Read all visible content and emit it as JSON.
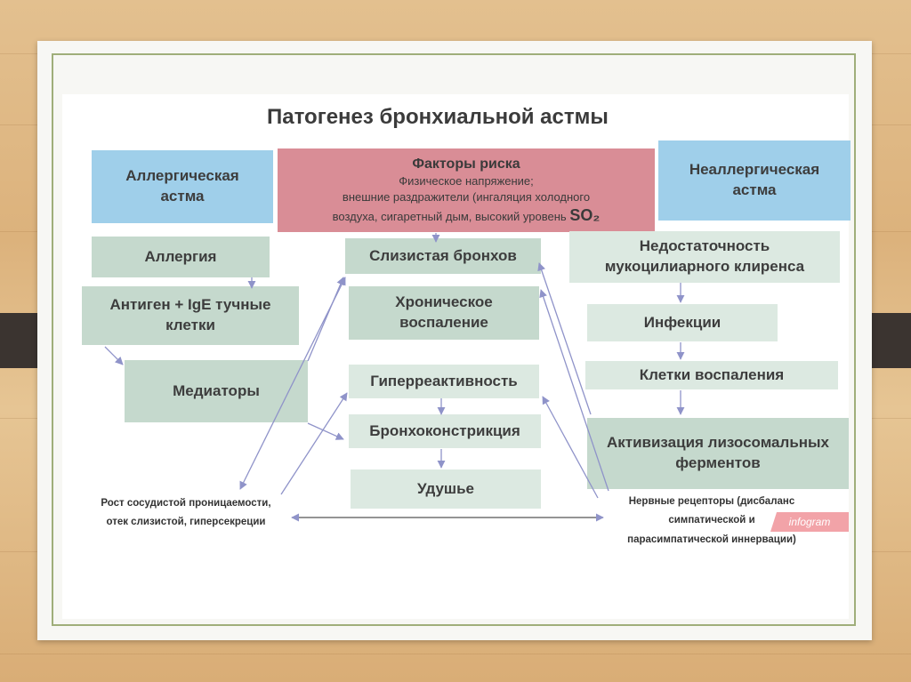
{
  "title": "Патогенез бронхиальной астмы",
  "left_header": "Аллергическая астма",
  "right_header": "Неаллергическая астма",
  "risk": {
    "title": "Факторы риска",
    "line1": "Физическое напряжение;",
    "line2": "внешние раздражители (ингаляция холодного",
    "line3": "воздуха, сигаретный дым, высокий уровень",
    "so2": "SO₂"
  },
  "left": {
    "allergy": "Аллергия",
    "antigen": "Антиген + IgE тучные клетки",
    "mediators": "Медиаторы"
  },
  "center": {
    "mucosa": "Слизистая бронхов",
    "chronic": "Хроническое воспаление",
    "hyper": "Гиперреактивность",
    "broncho": "Бронхоконстрикция",
    "suffocation": "Удушье"
  },
  "right": {
    "clearance": "Недостаточность мукоцилиарного клиренса",
    "infections": "Инфекции",
    "cells": "Клетки воспаления",
    "activation": "Активизация лизосомальных ферментов"
  },
  "notes": {
    "left_line1": "Рост сосудистой проницаемости,",
    "left_line2": "отек слизистой, гиперсекреции",
    "right_line1": "Нервные рецепторы (дисбаланс",
    "right_line2": "симпатической и",
    "right_line3": "парасимпатической иннервации)"
  },
  "badge": "infogram",
  "colors": {
    "blue": "#9fcfea",
    "red": "#d98d96",
    "green": "#c5d9cd",
    "arrow": "#8f93c9"
  }
}
